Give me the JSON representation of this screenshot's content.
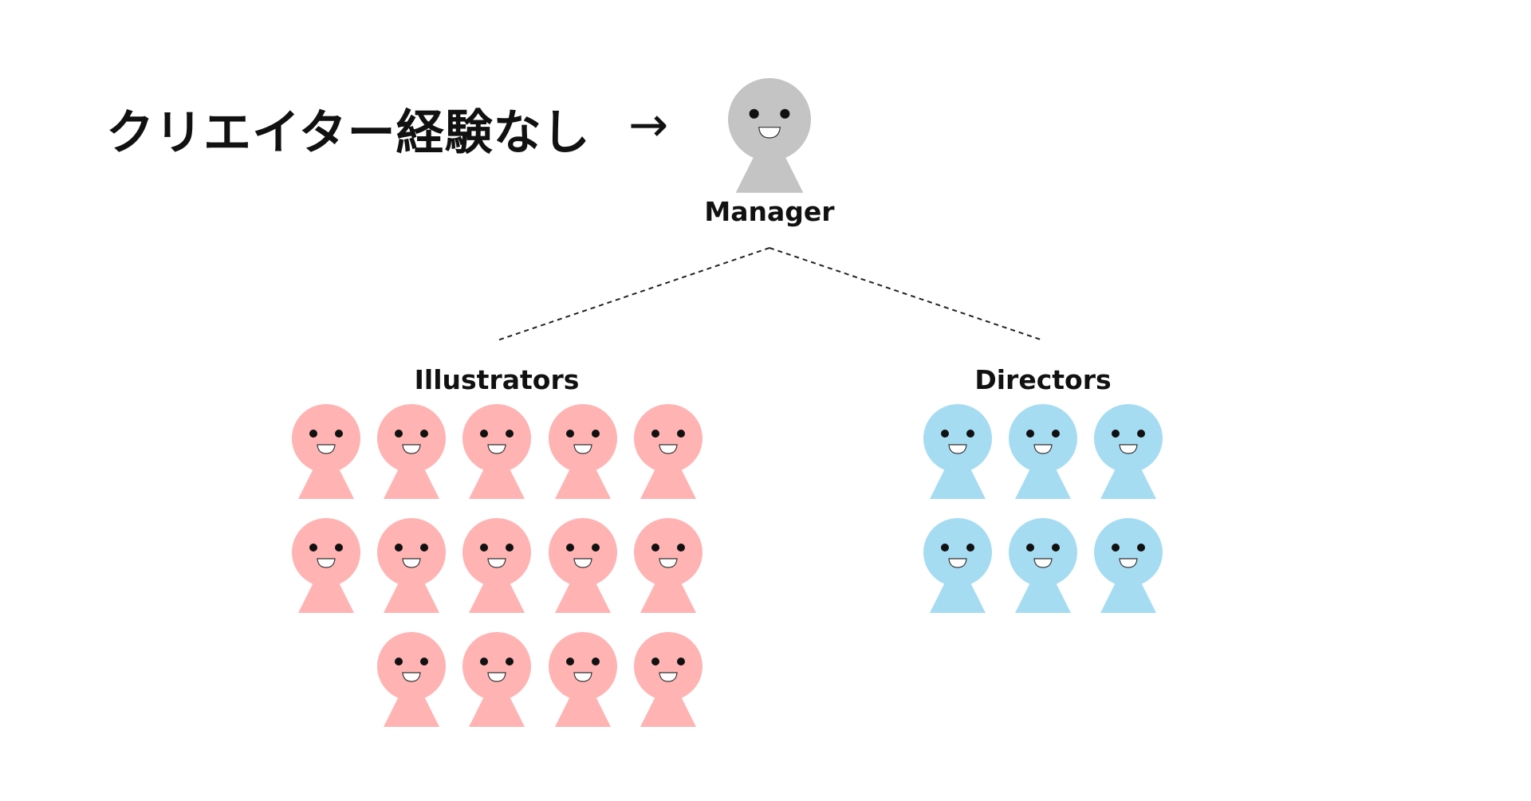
{
  "title": "クリエイター経験なし",
  "arrow": "→",
  "manager": {
    "label": "Manager",
    "color": "#c4c4c4"
  },
  "groups": [
    {
      "label": "Illustrators",
      "color": "#ffb3b3",
      "count": 14,
      "rows": [
        5,
        5,
        4
      ]
    },
    {
      "label": "Directors",
      "color": "#a6dcf2",
      "count": 6,
      "rows": [
        3,
        3
      ]
    }
  ]
}
